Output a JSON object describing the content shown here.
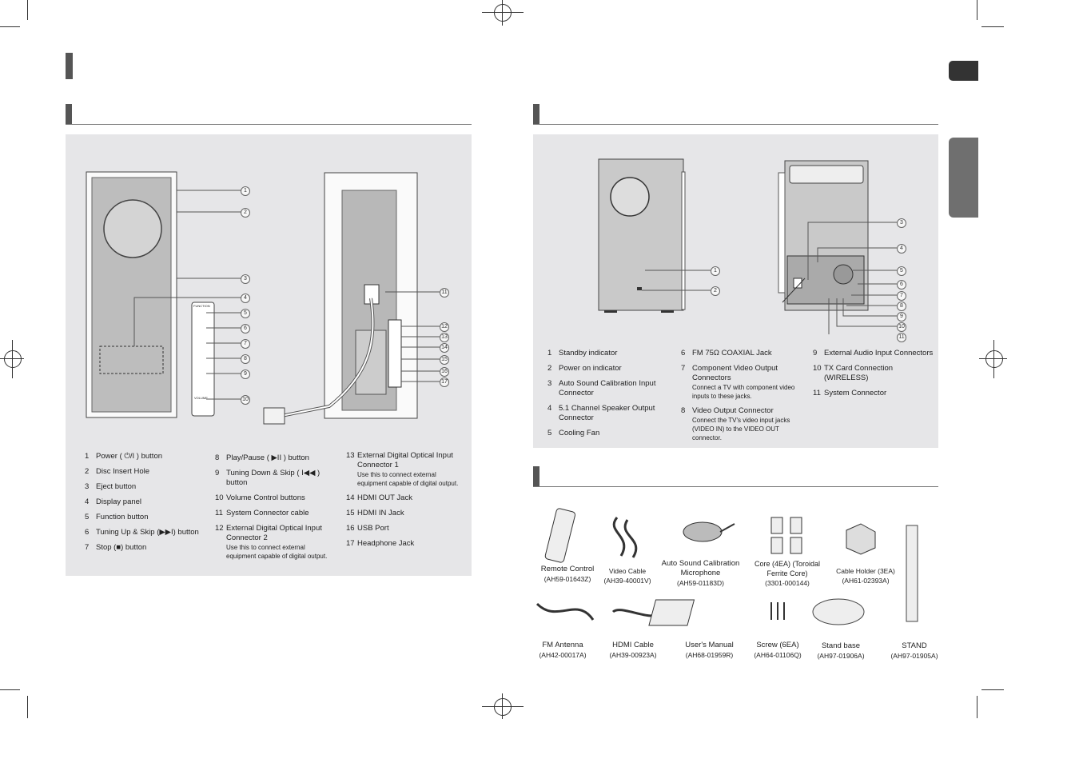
{
  "front_list_col1": [
    {
      "num": "1",
      "text": "Power ( ⏻/I ) button"
    },
    {
      "num": "2",
      "text": "Disc Insert Hole"
    },
    {
      "num": "3",
      "text": "Eject button"
    },
    {
      "num": "4",
      "text": "Display panel"
    },
    {
      "num": "5",
      "text": "Function button"
    },
    {
      "num": "6",
      "text": "Tuning Up & Skip (▶▶I) button"
    },
    {
      "num": "7",
      "text": "Stop (■) button"
    }
  ],
  "front_list_col2": [
    {
      "num": "8",
      "text": "Play/Pause ( ▶II ) button"
    },
    {
      "num": "9",
      "text": "Tuning Down & Skip ( I◀◀ ) button"
    },
    {
      "num": "10",
      "text": "Volume Control buttons"
    },
    {
      "num": "11",
      "text": "System Connector cable"
    },
    {
      "num": "12",
      "text": "External Digital Optical Input Connector 2",
      "note": "Use this to connect external equipment capable of digital output."
    }
  ],
  "front_list_col3": [
    {
      "num": "13",
      "text": "External Digital Optical Input Connector 1",
      "note": "Use this to connect external equipment capable of digital output."
    },
    {
      "num": "14",
      "text": "HDMI OUT Jack"
    },
    {
      "num": "15",
      "text": "HDMI IN Jack"
    },
    {
      "num": "16",
      "text": "USB Port"
    },
    {
      "num": "17",
      "text": "Headphone Jack"
    }
  ],
  "rear_list_col1": [
    {
      "num": "1",
      "text": "Standby indicator"
    },
    {
      "num": "2",
      "text": "Power on indicator"
    },
    {
      "num": "3",
      "text": "Auto Sound Calibration Input Connector"
    },
    {
      "num": "4",
      "text": "5.1 Channel Speaker Output Connector"
    },
    {
      "num": "5",
      "text": "Cooling Fan"
    }
  ],
  "rear_list_col2": [
    {
      "num": "6",
      "text": "FM 75Ω COAXIAL Jack"
    },
    {
      "num": "7",
      "text": "Component Video Output Connectors",
      "note": "Connect a TV with component video inputs to these jacks."
    },
    {
      "num": "8",
      "text": "Video Output Connector",
      "note": "Connect the TV's video input jacks (VIDEO IN) to the VIDEO OUT connector."
    }
  ],
  "rear_list_col3": [
    {
      "num": "9",
      "text": "External Audio Input Connectors"
    },
    {
      "num": "10",
      "text": "TX Card Connection (WIRELESS)"
    },
    {
      "num": "11",
      "text": "System Connector"
    }
  ],
  "accessories": [
    {
      "name": "Remote Control",
      "code": "(AH59-01643Z)"
    },
    {
      "name": "Video Cable",
      "code": "(AH39-40001V)"
    },
    {
      "name": "Auto Sound Calibration Microphone",
      "code": "(AH59-01183D)"
    },
    {
      "name": "Core (4EA) (Toroidal Ferrite Core)",
      "code": "(3301-000144)"
    },
    {
      "name": "Cable Holder (3EA)",
      "code": "(AH61-02393A)"
    },
    {
      "name": "FM Antenna",
      "code": "(AH42-00017A)"
    },
    {
      "name": "HDMI Cable",
      "code": "(AH39-00923A)"
    },
    {
      "name": "User's Manual",
      "code": "(AH68-01959R)"
    },
    {
      "name": "Screw (6EA)",
      "code": "(AH64-01106Q)"
    },
    {
      "name": "Stand base",
      "code": "(AH97-01906A)"
    },
    {
      "name": "STAND",
      "code": "(AH97-01905A)"
    }
  ],
  "callouts": {
    "front_right": [
      "1",
      "2",
      "3",
      "4",
      "5",
      "6",
      "7",
      "8",
      "9",
      "10"
    ],
    "back_right": [
      "11",
      "12",
      "13",
      "14",
      "15",
      "16",
      "17"
    ],
    "rear": [
      "1",
      "2",
      "3",
      "4",
      "5",
      "6",
      "7",
      "8",
      "9",
      "10",
      "11"
    ]
  },
  "panel_labels": {
    "function": "FUNCTION",
    "volume": "VOLUME"
  }
}
